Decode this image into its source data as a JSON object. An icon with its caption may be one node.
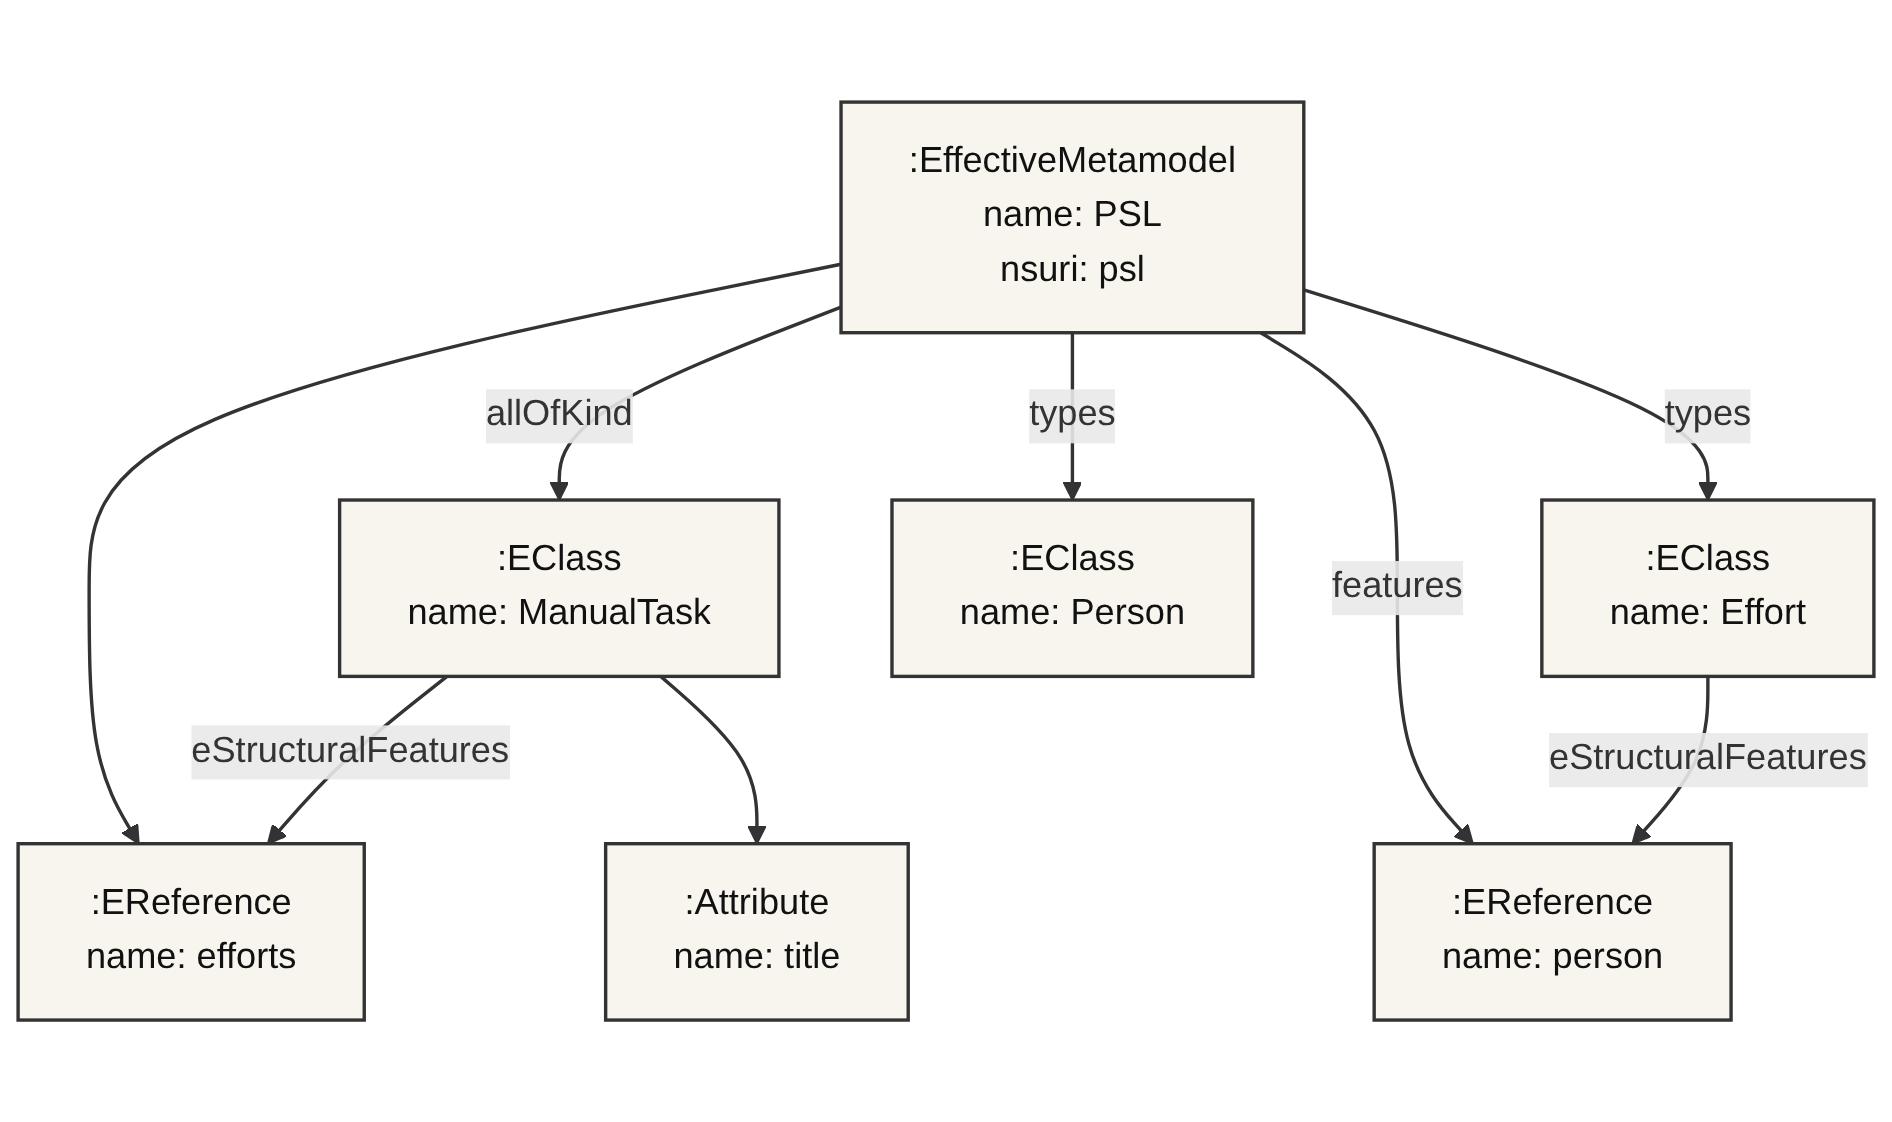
{
  "diagram": {
    "nodes": [
      {
        "text": [
          ":EffectiveMetamodel",
          "name: PSL",
          "nsuri: psl"
        ]
      },
      {
        "text": [
          ":EClass",
          "name: ManualTask"
        ]
      },
      {
        "text": [
          ":EClass",
          "name: Effort"
        ]
      },
      {
        "text": [
          ":EClass",
          "name: Person"
        ]
      },
      {
        "text": [
          ":EReference",
          "name: efforts"
        ]
      },
      {
        "text": [
          ":EReference",
          "name: person"
        ]
      },
      {
        "text": [
          ":Attribute",
          "name: title"
        ]
      }
    ],
    "edges": [
      {
        "from": 0,
        "to": 1,
        "arrow": "to",
        "label": "allOfKind"
      },
      {
        "from": 0,
        "to": 3,
        "arrow": "to",
        "label": "types"
      },
      {
        "from": 0,
        "to": 2,
        "arrow": "to",
        "label": "types"
      },
      {
        "from": 0,
        "to": 4,
        "arrow": "to"
      },
      {
        "from": 0,
        "to": 5,
        "arrow": "to",
        "label": "features"
      },
      {
        "from": 2,
        "to": 5,
        "arrow": "to",
        "label": "eStructuralFeatures"
      },
      {
        "from": 1,
        "to": 4,
        "arrow": "to",
        "label": "eStructuralFeatures"
      },
      {
        "from": 1,
        "to": 6,
        "arrow": "to"
      }
    ]
  }
}
